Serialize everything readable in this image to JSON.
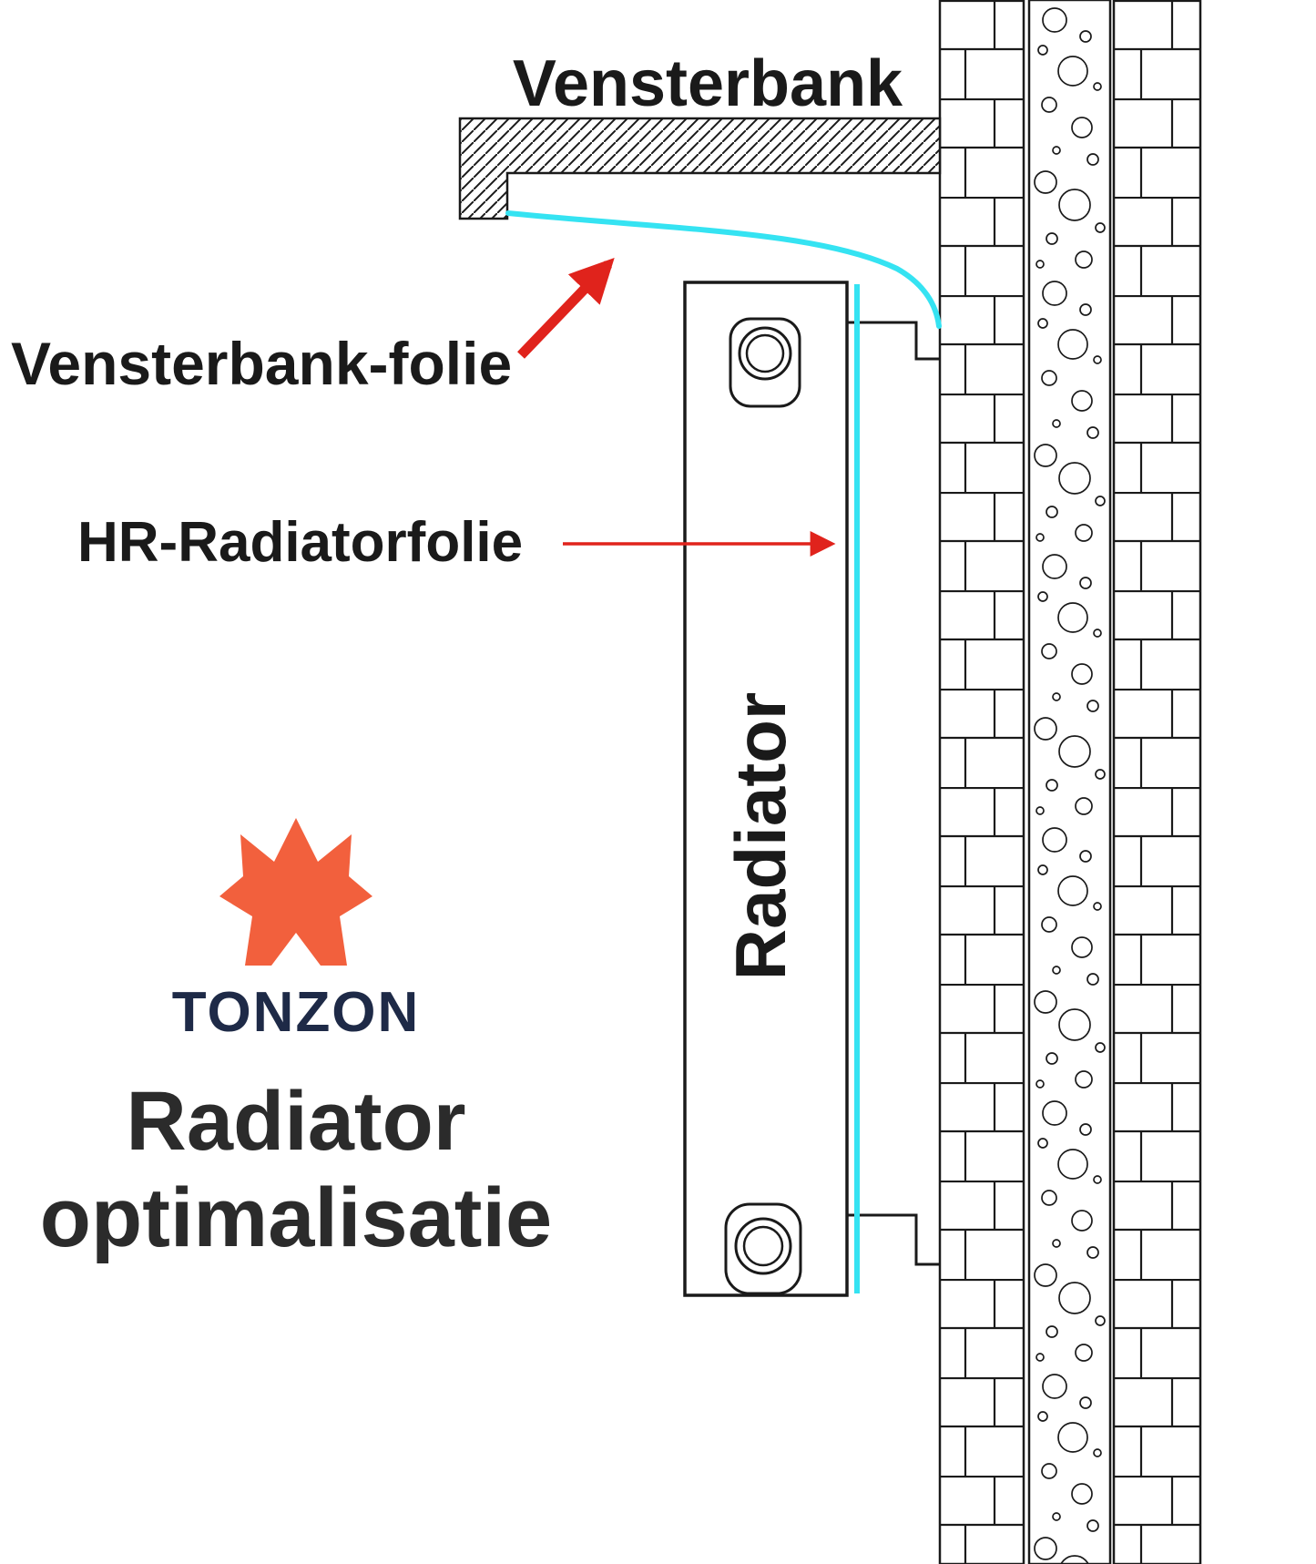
{
  "colors": {
    "cyan": "#35E3F2",
    "red": "#E0231C",
    "orange": "#F2603D",
    "navy": "#1E2A47",
    "heading": "#2B2B2B",
    "line": "#1A1A1A"
  },
  "diagram": {
    "vensterbank_label": "Vensterbank",
    "vensterbank_folie_label": "Vensterbank-folie",
    "hr_radiatorfolie_label": "HR-Radiatorfolie",
    "radiator_label": "Radiator",
    "wall_layers": [
      "outer-brick-leaf",
      "cavity-with-insulation-bubbles",
      "inner-brick-leaf"
    ]
  },
  "branding": {
    "logo_icon": "tonzon-sun-house-icon",
    "name": "TONZON",
    "title_line1": "Radiator",
    "title_line2": "optimalisatie"
  }
}
